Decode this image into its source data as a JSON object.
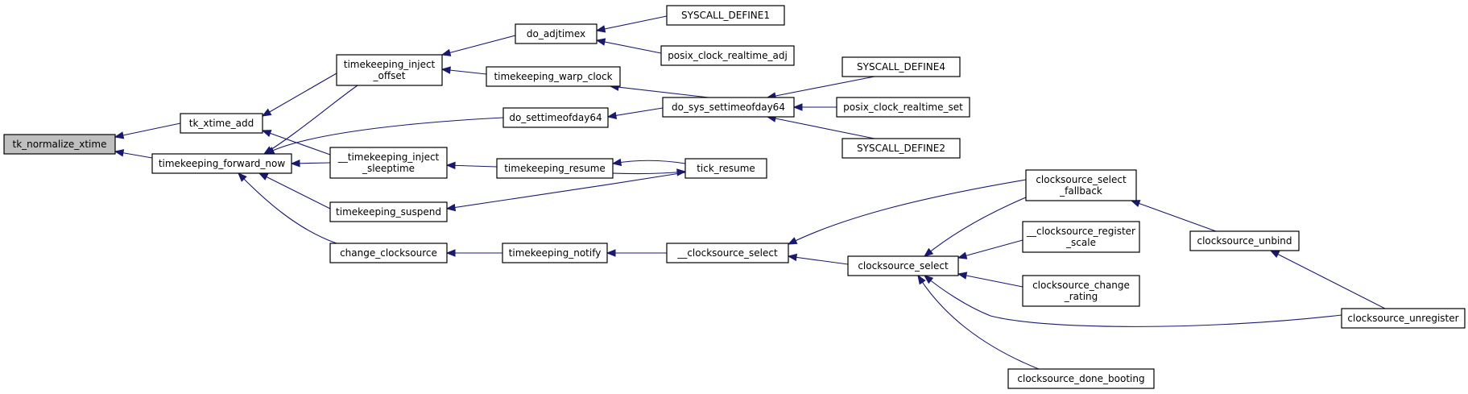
{
  "diagram": {
    "type": "call-graph",
    "colors": {
      "edge": "#191970",
      "node_border": "#000000",
      "root_fill": "#bfbfbf",
      "node_fill": "#ffffff"
    },
    "nodes": [
      {
        "id": "tk_normalize_xtime",
        "lines": [
          "tk_normalize_xtime"
        ],
        "root": true
      },
      {
        "id": "tk_xtime_add",
        "lines": [
          "tk_xtime_add"
        ]
      },
      {
        "id": "timekeeping_forward_now",
        "lines": [
          "timekeeping_forward_now"
        ]
      },
      {
        "id": "timekeeping_inject_offset",
        "lines": [
          "timekeeping_inject",
          "_offset"
        ]
      },
      {
        "id": "__timekeeping_inject_sleeptime",
        "lines": [
          "__timekeeping_inject",
          "_sleeptime"
        ]
      },
      {
        "id": "timekeeping_suspend",
        "lines": [
          "timekeeping_suspend"
        ]
      },
      {
        "id": "change_clocksource",
        "lines": [
          "change_clocksource"
        ]
      },
      {
        "id": "do_adjtimex",
        "lines": [
          "do_adjtimex"
        ]
      },
      {
        "id": "timekeeping_warp_clock",
        "lines": [
          "timekeeping_warp_clock"
        ]
      },
      {
        "id": "do_settimeofday64",
        "lines": [
          "do_settimeofday64"
        ]
      },
      {
        "id": "timekeeping_resume",
        "lines": [
          "timekeeping_resume"
        ]
      },
      {
        "id": "timekeeping_notify",
        "lines": [
          "timekeeping_notify"
        ]
      },
      {
        "id": "SYSCALL_DEFINE1",
        "lines": [
          "SYSCALL_DEFINE1"
        ]
      },
      {
        "id": "posix_clock_realtime_adj",
        "lines": [
          "posix_clock_realtime_adj"
        ]
      },
      {
        "id": "do_sys_settimeofday64",
        "lines": [
          "do_sys_settimeofday64"
        ]
      },
      {
        "id": "tick_resume",
        "lines": [
          "tick_resume"
        ]
      },
      {
        "id": "__clocksource_select",
        "lines": [
          "__clocksource_select"
        ]
      },
      {
        "id": "SYSCALL_DEFINE4",
        "lines": [
          "SYSCALL_DEFINE4"
        ]
      },
      {
        "id": "posix_clock_realtime_set",
        "lines": [
          "posix_clock_realtime_set"
        ]
      },
      {
        "id": "SYSCALL_DEFINE2",
        "lines": [
          "SYSCALL_DEFINE2"
        ]
      },
      {
        "id": "clocksource_select",
        "lines": [
          "clocksource_select"
        ]
      },
      {
        "id": "clocksource_select_fallback",
        "lines": [
          "clocksource_select",
          "_fallback"
        ]
      },
      {
        "id": "__clocksource_register_scale",
        "lines": [
          "__clocksource_register",
          "_scale"
        ]
      },
      {
        "id": "clocksource_change_rating",
        "lines": [
          "clocksource_change",
          "_rating"
        ]
      },
      {
        "id": "clocksource_done_booting",
        "lines": [
          "clocksource_done_booting"
        ]
      },
      {
        "id": "clocksource_unbind",
        "lines": [
          "clocksource_unbind"
        ]
      },
      {
        "id": "clocksource_unregister",
        "lines": [
          "clocksource_unregister"
        ]
      }
    ],
    "edges": [
      {
        "from": "tk_xtime_add",
        "to": "tk_normalize_xtime"
      },
      {
        "from": "timekeeping_forward_now",
        "to": "tk_normalize_xtime"
      },
      {
        "from": "timekeeping_inject_offset",
        "to": "tk_xtime_add"
      },
      {
        "from": "__timekeeping_inject_sleeptime",
        "to": "tk_xtime_add"
      },
      {
        "from": "timekeeping_inject_offset",
        "to": "timekeeping_forward_now"
      },
      {
        "from": "do_settimeofday64",
        "to": "timekeeping_forward_now"
      },
      {
        "from": "__timekeeping_inject_sleeptime",
        "to": "timekeeping_forward_now"
      },
      {
        "from": "timekeeping_suspend",
        "to": "timekeeping_forward_now"
      },
      {
        "from": "change_clocksource",
        "to": "timekeeping_forward_now"
      },
      {
        "from": "do_adjtimex",
        "to": "timekeeping_inject_offset"
      },
      {
        "from": "timekeeping_warp_clock",
        "to": "timekeeping_inject_offset"
      },
      {
        "from": "timekeeping_resume",
        "to": "__timekeeping_inject_sleeptime"
      },
      {
        "from": "tick_resume",
        "to": "timekeeping_suspend"
      },
      {
        "from": "timekeeping_notify",
        "to": "change_clocksource"
      },
      {
        "from": "SYSCALL_DEFINE1",
        "to": "do_adjtimex"
      },
      {
        "from": "posix_clock_realtime_adj",
        "to": "do_adjtimex"
      },
      {
        "from": "do_sys_settimeofday64",
        "to": "timekeeping_warp_clock"
      },
      {
        "from": "do_sys_settimeofday64",
        "to": "do_settimeofday64"
      },
      {
        "from": "tick_resume",
        "to": "timekeeping_resume"
      },
      {
        "from": "timekeeping_resume",
        "to": "tick_resume"
      },
      {
        "from": "__clocksource_select",
        "to": "timekeeping_notify"
      },
      {
        "from": "SYSCALL_DEFINE4",
        "to": "do_sys_settimeofday64"
      },
      {
        "from": "posix_clock_realtime_set",
        "to": "do_sys_settimeofday64"
      },
      {
        "from": "SYSCALL_DEFINE2",
        "to": "do_sys_settimeofday64"
      },
      {
        "from": "clocksource_select_fallback",
        "to": "__clocksource_select"
      },
      {
        "from": "clocksource_select",
        "to": "__clocksource_select"
      },
      {
        "from": "clocksource_select_fallback",
        "to": "clocksource_select"
      },
      {
        "from": "__clocksource_register_scale",
        "to": "clocksource_select"
      },
      {
        "from": "clocksource_change_rating",
        "to": "clocksource_select"
      },
      {
        "from": "clocksource_unregister",
        "to": "clocksource_select"
      },
      {
        "from": "clocksource_done_booting",
        "to": "clocksource_select"
      },
      {
        "from": "clocksource_unbind",
        "to": "clocksource_select_fallback"
      },
      {
        "from": "clocksource_unregister",
        "to": "clocksource_unbind"
      }
    ]
  }
}
